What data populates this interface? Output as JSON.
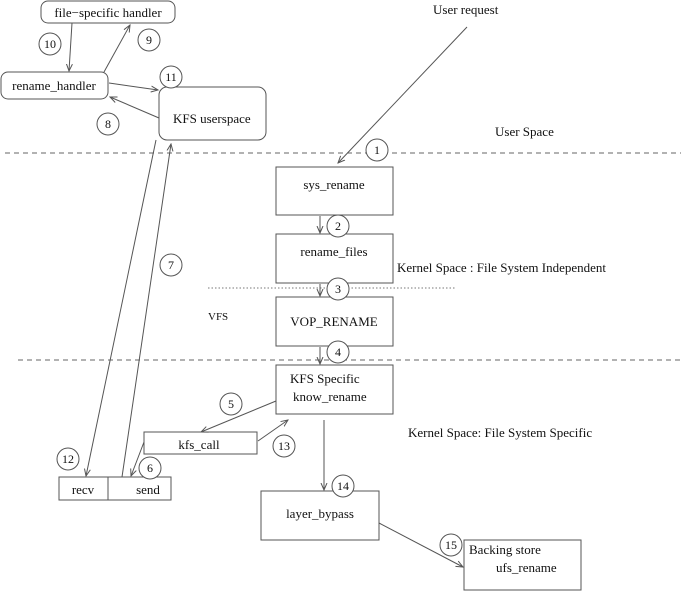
{
  "labels": {
    "user_request": "User request",
    "user_space": "User Space",
    "kernel_fs_independent": "Kernel Space :  File System Independent",
    "vfs": "VFS",
    "kernel_fs_specific": "Kernel Space: File System Specific"
  },
  "boxes": {
    "file_specific_handler": "file−specific handler",
    "rename_handler": "rename_handler",
    "kfs_userspace": "KFS userspace",
    "sys_rename": "sys_rename",
    "rename_files": "rename_files",
    "vop_rename": "VOP_RENAME",
    "kfs_specific_line1": "KFS Specific",
    "kfs_specific_line2": "know_rename",
    "kfs_call": "kfs_call",
    "recv": "recv",
    "send": "send",
    "layer_bypass": "layer_bypass",
    "backing_store_line1": "Backing store",
    "backing_store_line2": "ufs_rename"
  },
  "steps": [
    "1",
    "2",
    "3",
    "4",
    "5",
    "6",
    "7",
    "8",
    "9",
    "10",
    "11",
    "12",
    "13",
    "14",
    "15"
  ]
}
